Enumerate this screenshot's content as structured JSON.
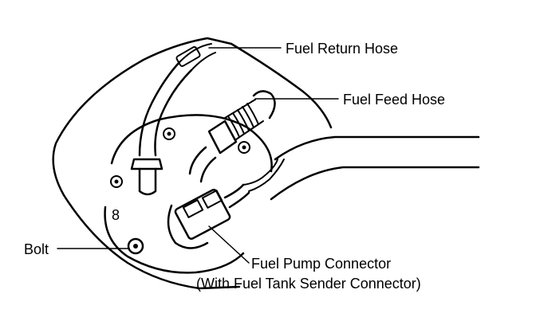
{
  "labels": {
    "fuel_return_hose": "Fuel Return Hose",
    "fuel_feed_hose": "Fuel Feed Hose",
    "bolt": "Bolt",
    "fuel_pump_connector": "Fuel Pump Connector",
    "sender_connector_note": "(With Fuel Tank Sender Connector)",
    "bolt_marking": "8"
  },
  "colors": {
    "ink": "#000000",
    "background": "#ffffff",
    "shade": "#d0d0d0"
  }
}
